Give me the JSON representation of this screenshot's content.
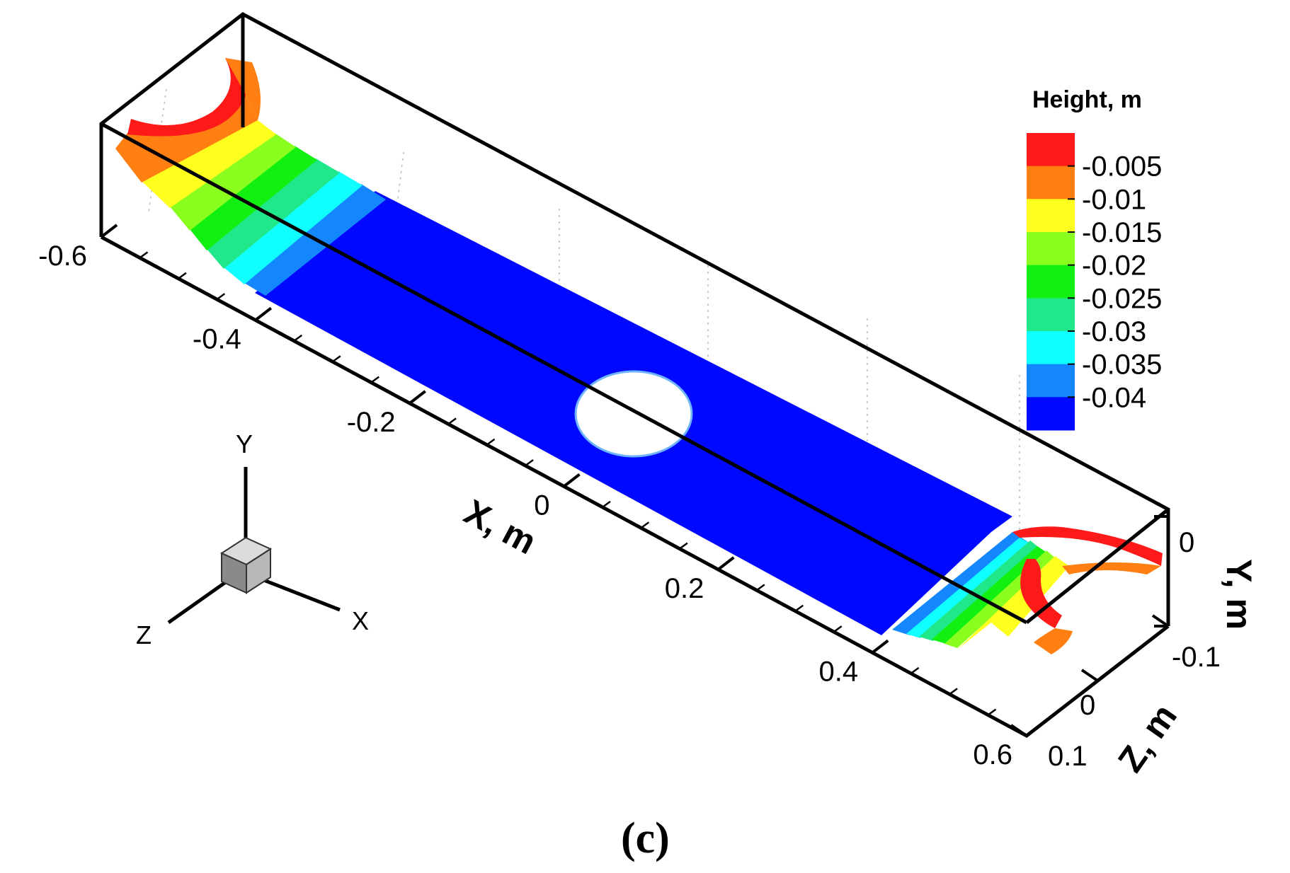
{
  "chart_data": {
    "type": "surface3d",
    "caption": "(c)",
    "colorbar": {
      "title": "Height, m",
      "levels": [
        -0.005,
        -0.01,
        -0.015,
        -0.02,
        -0.025,
        -0.03,
        -0.035,
        -0.04
      ],
      "labels": [
        "-0.005",
        "-0.01",
        "-0.015",
        "-0.02",
        "-0.025",
        "-0.03",
        "-0.035",
        "-0.04"
      ],
      "colors": [
        "#ff1a1a",
        "#ff7f12",
        "#ffff1f",
        "#8aff1f",
        "#12f012",
        "#20e88a",
        "#10ffff",
        "#1487ff",
        "#0008ff"
      ]
    },
    "axes": {
      "x": {
        "label": "X, m",
        "tick_labels": [
          "-0.6",
          "-0.4",
          "-0.2",
          "0",
          "0.2",
          "0.4",
          "0.6"
        ],
        "range": [
          -0.6,
          0.6
        ]
      },
      "y": {
        "label": "Y, m",
        "tick_labels": [
          "0",
          "-0.1"
        ],
        "range": [
          -0.1,
          0
        ]
      },
      "z": {
        "label": "Z, m",
        "tick_labels": [
          "-0.1",
          "0",
          "0.1"
        ],
        "range": [
          -0.1,
          0.1
        ]
      }
    },
    "triad": {
      "x": "X",
      "y": "Y",
      "z": "Z"
    },
    "surface": {
      "center_height": -0.04,
      "hole_center": [
        0,
        0
      ],
      "end_rim_height": -0.005
    },
    "grid": true
  }
}
